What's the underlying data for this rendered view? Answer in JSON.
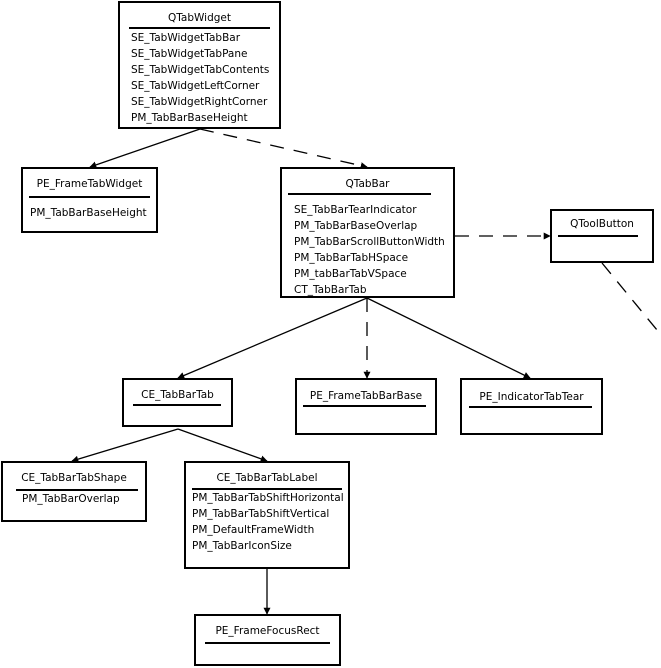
{
  "nodes": [
    {
      "id": "qtabwidget",
      "title": "QTabWidget",
      "items": [
        "SE_TabWidgetTabBar",
        "SE_TabWidgetTabPane",
        "SE_TabWidgetTabContents",
        "SE_TabWidgetLeftCorner",
        "SE_TabWidgetRightCorner",
        "PM_TabBarBaseHeight"
      ]
    },
    {
      "id": "pe-frametabwidget",
      "title": "PE_FrameTabWidget",
      "items": [
        "PM_TabBarBaseHeight"
      ]
    },
    {
      "id": "qtabbar",
      "title": "QTabBar",
      "items": [
        "SE_TabBarTearIndicator",
        "PM_TabBarBaseOverlap",
        "PM_TabBarScrollButtonWidth",
        "PM_TabBarTabHSpace",
        "PM_tabBarTabVSpace",
        "CT_TabBarTab"
      ]
    },
    {
      "id": "qtoolbutton",
      "title": "QToolButton",
      "items": []
    },
    {
      "id": "ce-tabbartab",
      "title": "CE_TabBarTab",
      "items": []
    },
    {
      "id": "pe-frametabbarbase",
      "title": "PE_FrameTabBarBase",
      "items": []
    },
    {
      "id": "pe-indicatortabtear",
      "title": "PE_IndicatorTabTear",
      "items": []
    },
    {
      "id": "ce-tabbartabshape",
      "title": "CE_TabBarTabShape",
      "items": [
        "PM_TabBarOverlap"
      ]
    },
    {
      "id": "ce-tabbartablabel",
      "title": "CE_TabBarTabLabel",
      "items": [
        "PM_TabBarTabShiftHorizontal",
        "PM_TabBarTabShiftVertical",
        "PM_DefaultFrameWidth",
        "PM_TabBarIconSize"
      ]
    },
    {
      "id": "pe-framefocusrect",
      "title": "PE_FrameFocusRect",
      "items": []
    }
  ],
  "edges": [
    {
      "from": "qtabwidget",
      "to": "pe-frametabwidget",
      "style": "solid"
    },
    {
      "from": "qtabwidget",
      "to": "qtabbar",
      "style": "dashed"
    },
    {
      "from": "qtabbar",
      "to": "qtoolbutton",
      "style": "dashed"
    },
    {
      "from": "qtoolbutton",
      "to": "offscreen",
      "style": "dashed"
    },
    {
      "from": "qtabbar",
      "to": "ce-tabbartab",
      "style": "solid"
    },
    {
      "from": "qtabbar",
      "to": "pe-frametabbarbase",
      "style": "dashed"
    },
    {
      "from": "qtabbar",
      "to": "pe-indicatortabtear",
      "style": "solid"
    },
    {
      "from": "ce-tabbartab",
      "to": "ce-tabbartabshape",
      "style": "solid"
    },
    {
      "from": "ce-tabbartab",
      "to": "ce-tabbartablabel",
      "style": "solid"
    },
    {
      "from": "ce-tabbartablabel",
      "to": "pe-framefocusrect",
      "style": "solid"
    }
  ]
}
